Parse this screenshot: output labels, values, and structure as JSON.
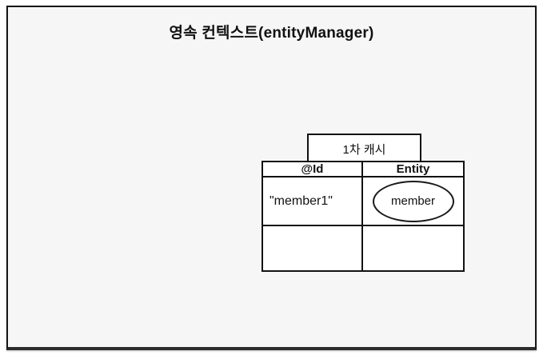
{
  "slide": {
    "title": "영속 컨텍스트(entityManager)"
  },
  "cache": {
    "label": "1차 캐시"
  },
  "table": {
    "headers": [
      "@Id",
      "Entity"
    ],
    "rows": [
      {
        "id": "\"member1\"",
        "entity": "member"
      },
      {
        "id": "",
        "entity": ""
      }
    ]
  },
  "colors": {
    "slide_background": "#f5f6f5",
    "cell_background": "#ffffff",
    "line": "#111111"
  }
}
